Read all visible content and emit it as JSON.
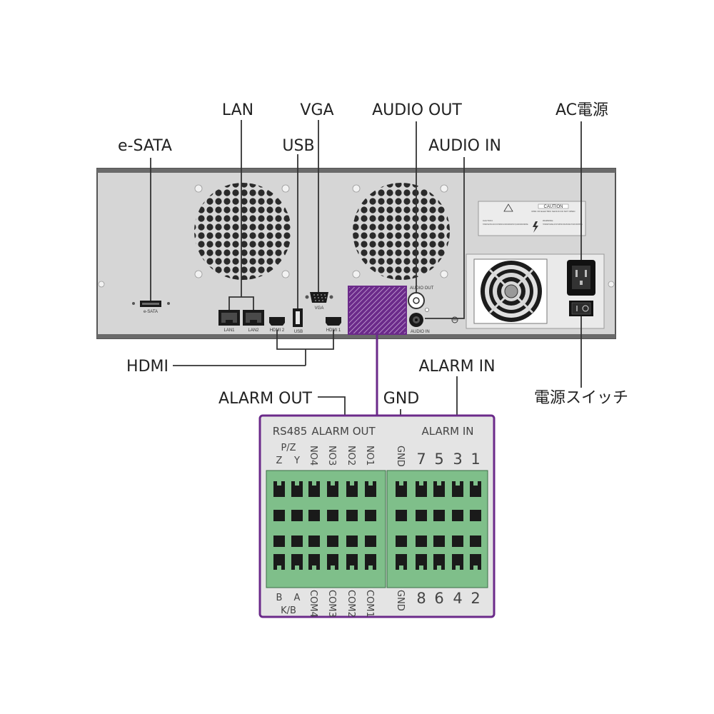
{
  "callouts": {
    "lan": "LAN",
    "vga": "VGA",
    "audio_out": "AUDIO OUT",
    "ac_power": "AC電源",
    "esata": "e-SATA",
    "usb": "USB",
    "audio_in": "AUDIO IN",
    "hdmi": "HDMI",
    "alarm_in": "ALARM IN",
    "alarm_out": "ALARM OUT",
    "gnd": "GND",
    "power_switch": "電源スイッチ"
  },
  "device_labels": {
    "esata": "e-SATA",
    "lan1": "LAN1",
    "lan2": "LAN2",
    "hdmi2": "HDMI 2",
    "usb": "USB",
    "vga": "VGA",
    "hdmi1": "HDMI 1",
    "audio_out": "AUDIO OUT",
    "audio_in": "AUDIO IN"
  },
  "caution": {
    "title": "CAUTION",
    "subtitle": "RISK OF ELECTRIC SHOCK DO NOT OPEN",
    "left_heading": "CAUTION:",
    "left_text": "TO PREVENT ELECTRICAL SHOCK, DO NOT REMOVE THE COVER. REFER SERVICING TO QUALIFIED SERVICE PERSONNEL.",
    "right_heading": "WARNING:",
    "right_text": "TO PREVENT DAMAGE, DO NOT EXPOSE THIS APPLIANCE TO RAIN OR MOISTURE."
  },
  "terminal_panel": {
    "rs485": "RS485",
    "alarm_out": "ALARM OUT",
    "alarm_in": "ALARM IN",
    "pz": "P/Z",
    "top_left_pins": [
      "Z",
      "Y",
      "NO4",
      "NO3",
      "NO2",
      "NO1"
    ],
    "top_right_pins": [
      "GND",
      "7",
      "5",
      "3",
      "1"
    ],
    "bottom_left_pins": [
      "B",
      "A",
      "COM4",
      "COM3",
      "COM2",
      "COM1"
    ],
    "kb": "K/B",
    "bottom_right_pins": [
      "GND",
      "8",
      "6",
      "4",
      "2"
    ]
  },
  "colors": {
    "chassis": "#d6d6d6",
    "chassis_border": "#555555",
    "terminal_green": "#7fbf8a",
    "terminal_dark": "#1a1a1a",
    "highlight_purple": "#6b2a8a",
    "panel_bg": "#e4e4e4",
    "leader": "#333333"
  }
}
